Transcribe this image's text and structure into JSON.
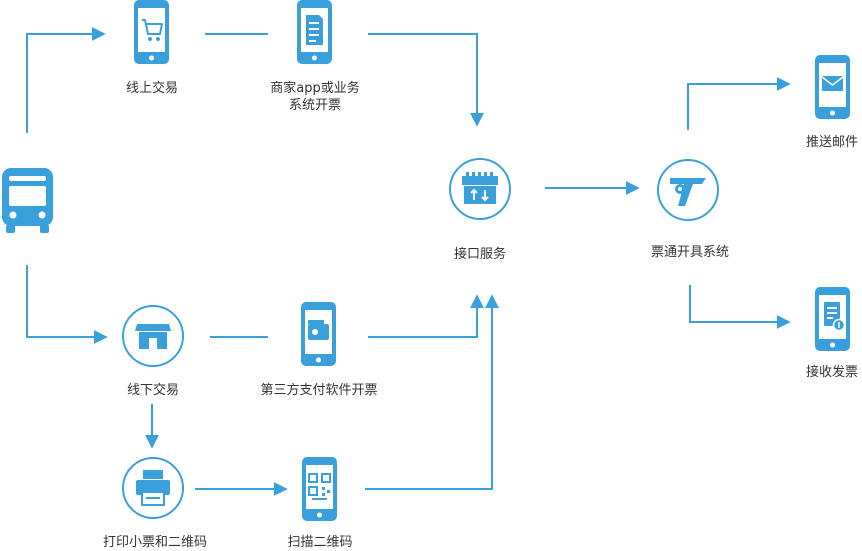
{
  "colors": {
    "accent": "#3aa0dc",
    "text": "#333333",
    "background": "#ffffff"
  },
  "nodes": {
    "bus": {
      "icon": "bus-icon"
    },
    "online_trade": {
      "label": "线上交易",
      "icon": "shopping-cart-phone-icon"
    },
    "merchant_invoice": {
      "label_line1": "商家app或业务",
      "label_line2": "系统开票",
      "icon": "document-phone-icon"
    },
    "offline_trade": {
      "label": "线下交易",
      "icon": "store-icon"
    },
    "third_party_pay": {
      "label": "第三方支付软件开票",
      "icon": "wallet-phone-icon"
    },
    "print_receipt": {
      "label": "打印小票和二维码",
      "icon": "printer-icon"
    },
    "scan_qr": {
      "label": "扫描二维码",
      "icon": "qr-code-phone-icon"
    },
    "api_service": {
      "label": "接口服务",
      "icon": "interface-icon"
    },
    "ticket_system": {
      "label": "票通开具系统",
      "icon": "ticket-system-logo-icon"
    },
    "push_email": {
      "label": "推送邮件",
      "icon": "mail-phone-icon"
    },
    "receive_invoice": {
      "label": "接收发票",
      "icon": "invoice-phone-icon"
    }
  }
}
